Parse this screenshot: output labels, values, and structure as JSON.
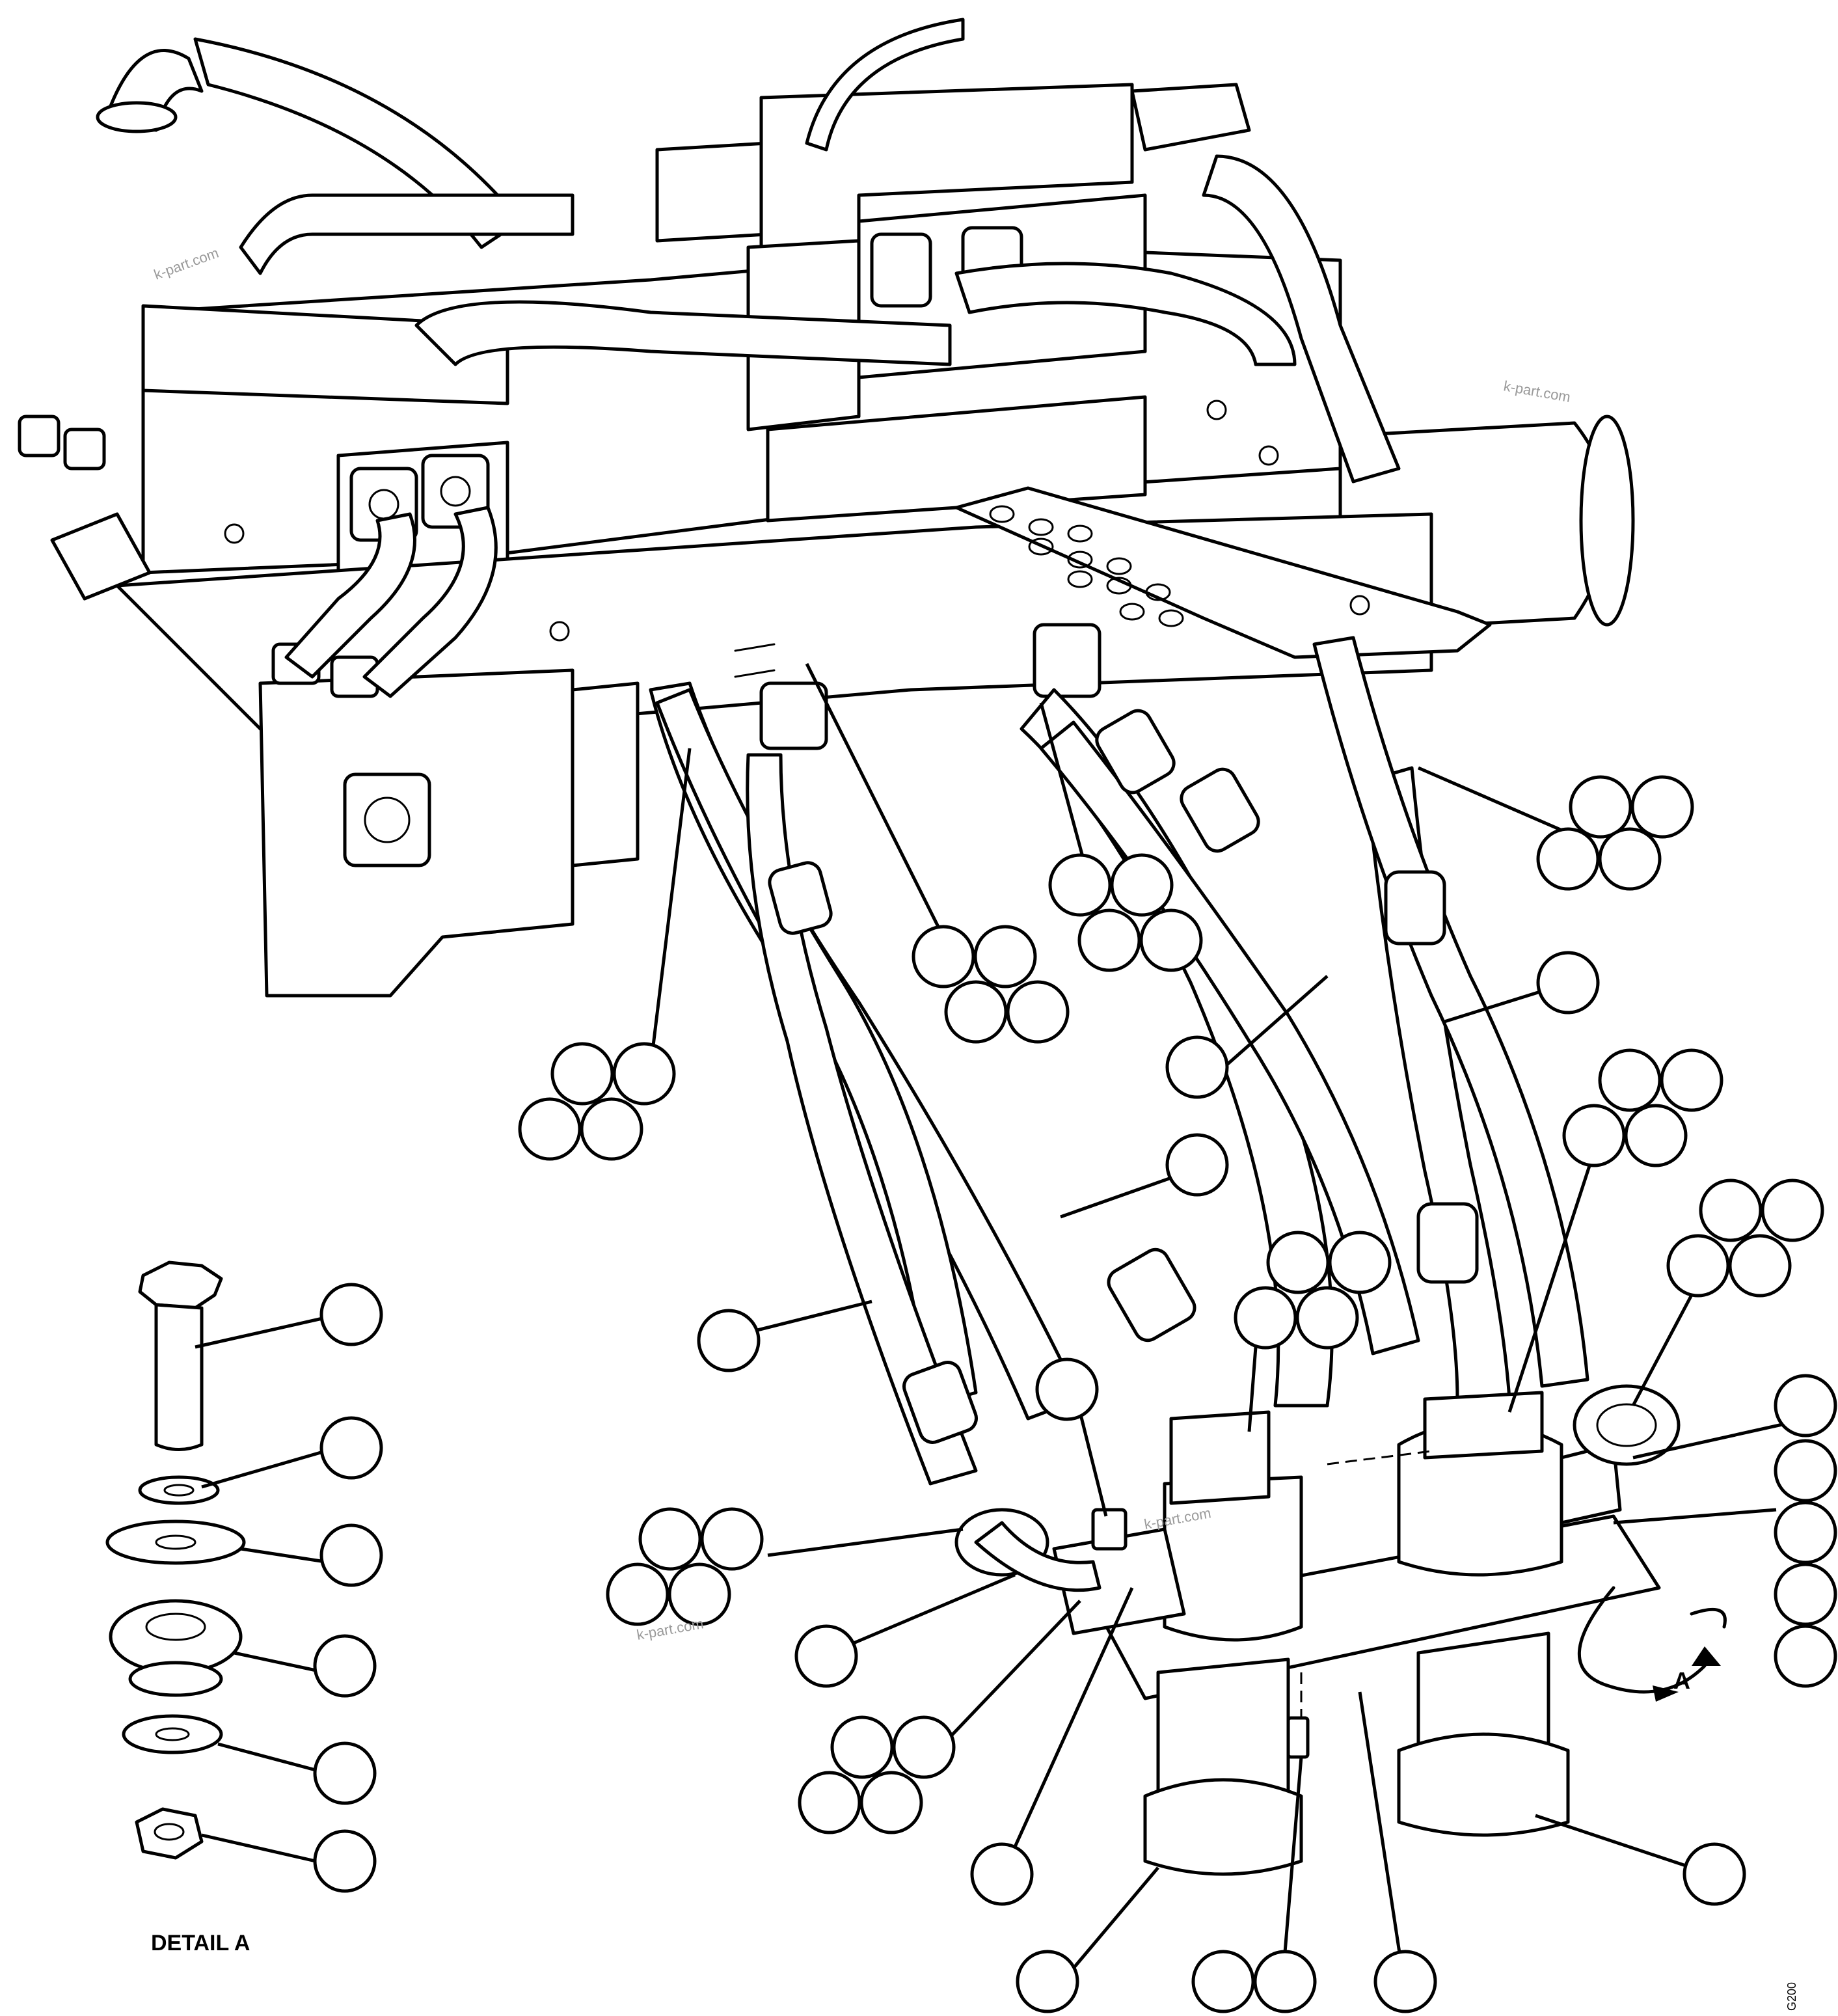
{
  "diagram": {
    "detail_caption": "DETAIL A",
    "view_letter": "A",
    "drawing_number": "G200",
    "watermark": "k-part.com"
  }
}
